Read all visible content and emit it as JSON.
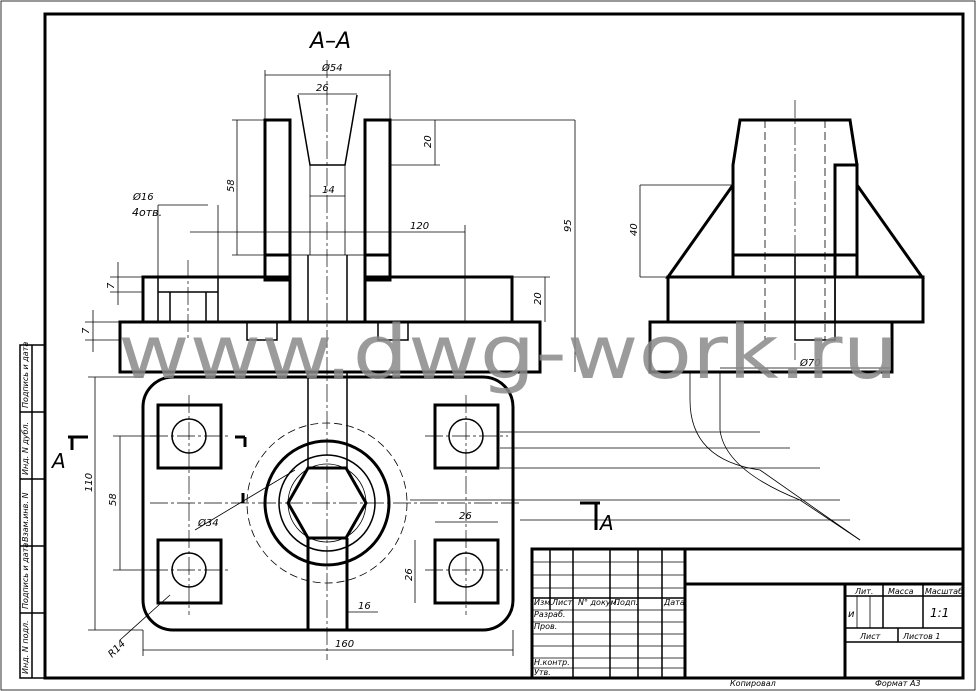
{
  "section_title": "A–A",
  "section_marker": "A",
  "watermark": "www.dwg-work.ru",
  "dimensions": {
    "d54": "Ø54",
    "d26_top": "26",
    "d14": "14",
    "d16": "Ø16",
    "holes": "4отв.",
    "d58_left": "58",
    "d20_top": "20",
    "d95": "95",
    "d120": "120",
    "d40": "40",
    "d20_mid": "20",
    "d7_a": "7",
    "d7_b": "7",
    "d70": "Ø70",
    "d110": "110",
    "d58_plan": "58",
    "d34": "Ø34",
    "d26_h": "26",
    "d26_v": "26",
    "d16_bottom": "16",
    "r14": "R14",
    "d160": "160"
  },
  "side_strip": [
    "Подпись и дата",
    "Инд. N дубл.",
    "Взам.инв. N",
    "Подпись и дата",
    "Инд. N подл."
  ],
  "title_block": {
    "h_izm": "Изм.",
    "h_list": "Лист",
    "h_doc": "N° докум.",
    "h_podp": "Подп.",
    "h_data": "Дата",
    "razrab": "Разраб.",
    "prov": "Пров.",
    "nkontr": "Н.контр.",
    "utv": "Утв.",
    "lit": "Лит.",
    "massa": "Масса",
    "masshtab": "Масштаб",
    "lit_val": "и",
    "scale_val": "1:1",
    "list": "Лист",
    "listov": "Листов 1",
    "kopiroval": "Копировал",
    "format": "Формат А3"
  }
}
